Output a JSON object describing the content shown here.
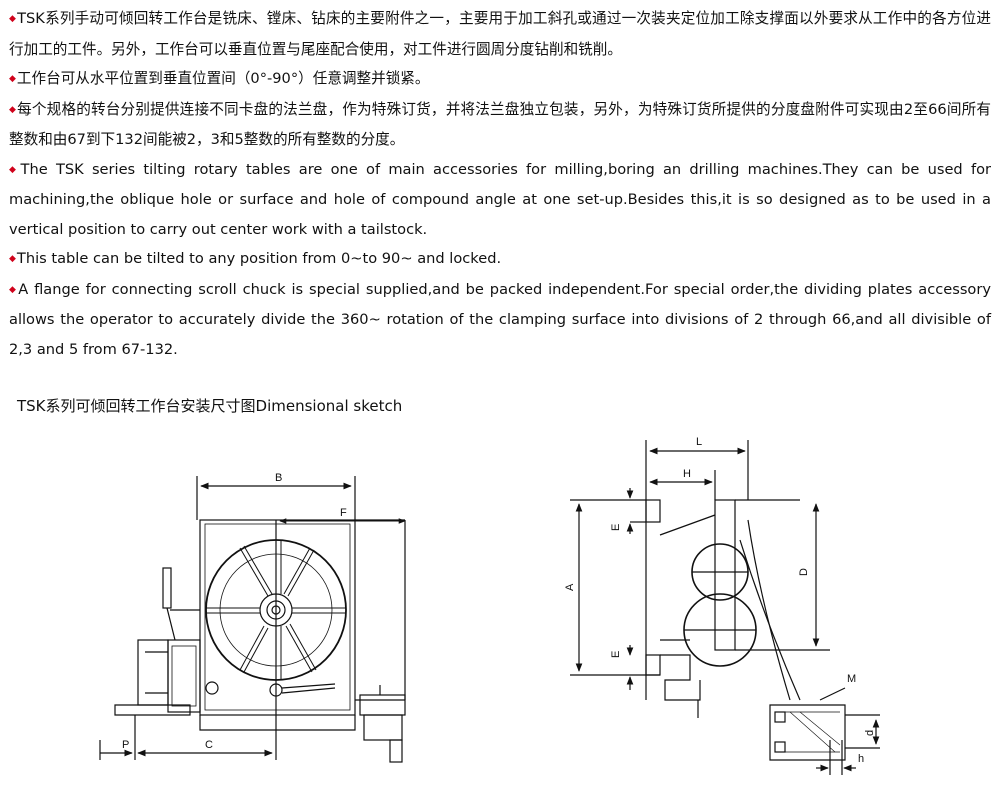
{
  "paragraphs": [
    "TSK系列手动可倾回转工作台是铣床、镗床、钻床的主要附件之一，主要用于加工斜孔或通过一次装夹定位加工除支撑面以外要求从工作中的各方位进行加工的工件。另外，工作台可以垂直位置与尾座配合使用，对工件进行圆周分度钻削和铣削。",
    "工作台可从水平位置到垂直位置间（0°-90°）任意调整并锁紧。",
    "每个规格的转台分别提供连接不同卡盘的法兰盘，作为特殊订货，并将法兰盘独立包装，另外，为特殊订货所提供的分度盘附件可实现由2至66间所有整数和由67到下132间能被2，3和5整数的所有整数的分度。",
    "The TSK series  tilting  rotary tables are one of main accessories for milling,boring an drilling machines.They can be used for machining,the oblique hole or surface and hole of compound angle at one set-up.Besides this,it is so designed as to be used in a vertical position to carry out center work with a tailstock.",
    "This table can be tilted to any position from 0~to 90~ and locked.",
    "A flange for connecting scroll chuck is special supplied,and be packed independent.For special order,the dividing plates accessory allows  the  operator  to  accurately  divide the 360~ rotation of  the  clamping  surface  into  divisions of  2  through   66,and all divisible of 2,3  and 5  from 67-132."
  ],
  "bullet_symbol": "◆",
  "bullet_color": "#d0021b",
  "caption": "TSK系列可倾回转工作台安装尺寸图Dimensional sketch",
  "dimensions": {
    "B": "B",
    "F": "F",
    "P": "P",
    "C": "C",
    "L": "L",
    "H": "H",
    "E_top": "E",
    "E_bottom": "E",
    "A": "A",
    "D": "D",
    "M": "M",
    "d": "d",
    "h": "h"
  }
}
